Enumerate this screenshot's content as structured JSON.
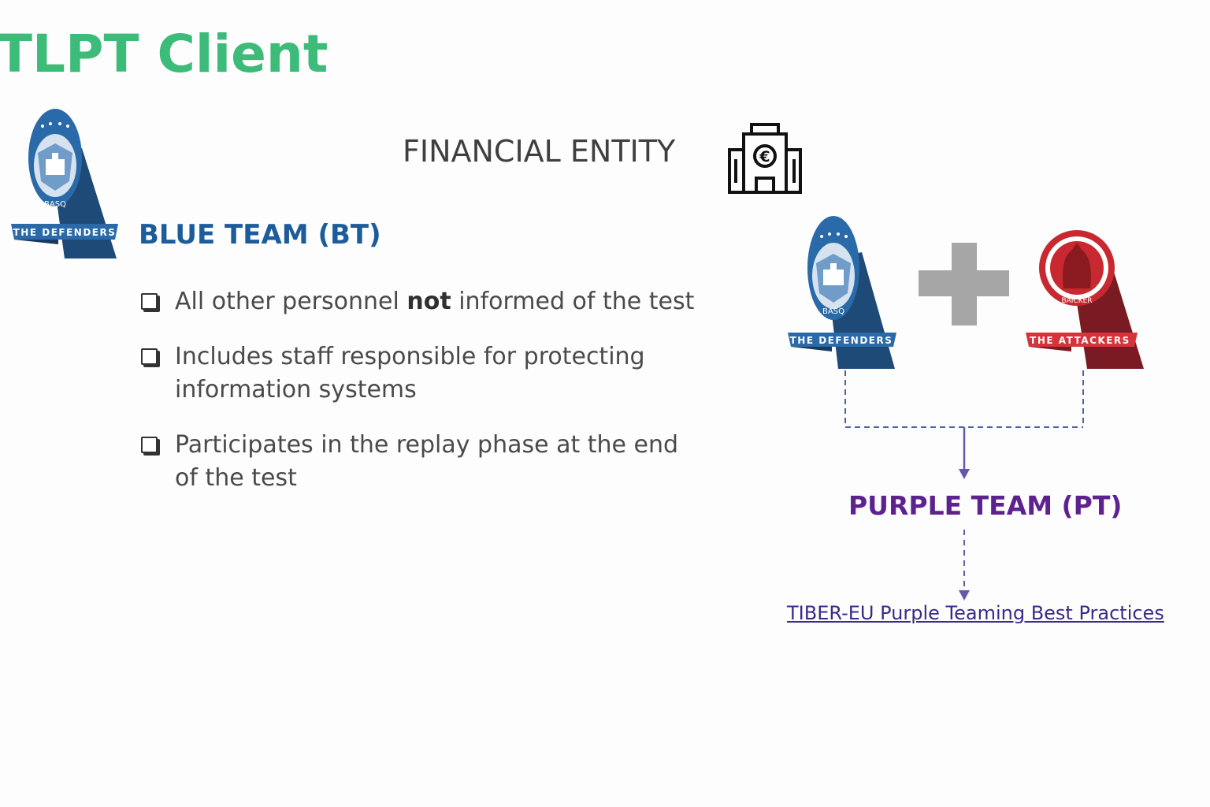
{
  "slide": {
    "title": "TLPT Client",
    "entity_label": "FINANCIAL ENTITY"
  },
  "blue_team": {
    "heading": "BLUE TEAM (BT)",
    "badge_ribbon": "THE DEFENDERS",
    "badge_arc": "BASQ",
    "bullets": [
      {
        "before": "All other personnel ",
        "bold": "not",
        "after": " informed of the test"
      },
      {
        "line1": "Includes staff responsible for protecting",
        "line2": "information systems"
      },
      {
        "line1": "Participates in the replay phase at the end",
        "line2": "of the test"
      }
    ]
  },
  "diagram": {
    "defenders_ribbon": "THE DEFENDERS",
    "defenders_arc": "BASQ",
    "attackers_ribbon": "THE ATTACKERS",
    "attackers_arc": "BAICKER",
    "purple_heading": "PURPLE TEAM (PT)",
    "link_text": "TIBER-EU Purple Teaming Best Practices"
  },
  "colors": {
    "title": "#3dbb79",
    "blue": "#1d5c9b",
    "purple": "#5d2290",
    "red": "#c8282f",
    "plus": "#a6a6a6"
  },
  "icons": {
    "entity": "bank-building-euro-icon",
    "bullet": "checkbox-icon",
    "plus": "plus-icon"
  }
}
